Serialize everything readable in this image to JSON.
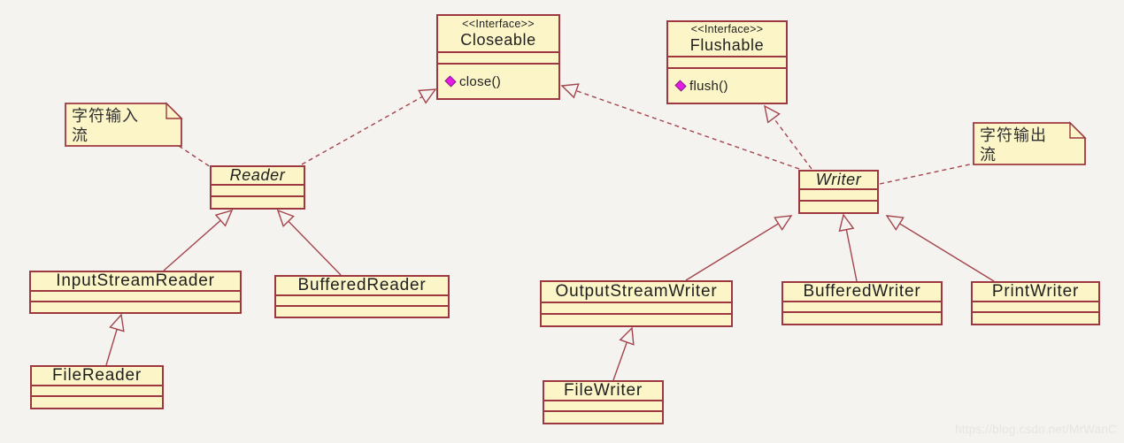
{
  "diagram": {
    "nodes": {
      "closeable": {
        "stereotype": "<<Interface>>",
        "name": "Closeable",
        "method": "close()"
      },
      "flushable": {
        "stereotype": "<<Interface>>",
        "name": "Flushable",
        "method": "flush()"
      },
      "reader": {
        "name": "Reader"
      },
      "writer": {
        "name": "Writer"
      },
      "inputStreamReader": {
        "name": "InputStreamReader"
      },
      "bufferedReader": {
        "name": "BufferedReader"
      },
      "fileReader": {
        "name": "FileReader"
      },
      "outputStreamWriter": {
        "name": "OutputStreamWriter"
      },
      "bufferedWriter": {
        "name": "BufferedWriter"
      },
      "printWriter": {
        "name": "PrintWriter"
      },
      "fileWriter": {
        "name": "FileWriter"
      }
    },
    "notes": {
      "input": {
        "text": "字符输入\n流"
      },
      "output": {
        "text": "字符输出\n流"
      }
    },
    "watermark": "https://blog.csdn.net/MrWanC"
  },
  "colors": {
    "background": "#f4f3f0",
    "node_fill": "#fbf5c8",
    "node_border": "#9d3840",
    "line": "#a4444c",
    "method_icon": "#e51ce5"
  }
}
